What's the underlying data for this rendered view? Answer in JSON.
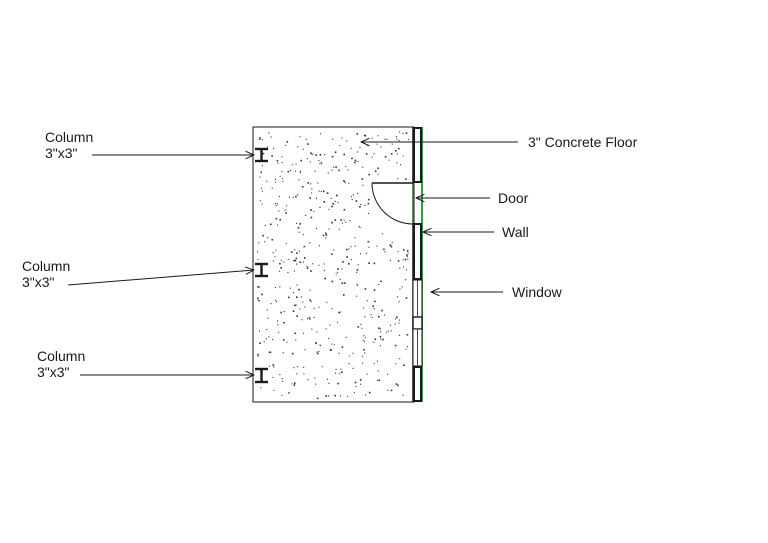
{
  "labels": {
    "column_top": {
      "name": "Column",
      "size": "3\"x3\""
    },
    "column_middle": {
      "name": "Column",
      "size": "3\"x3\""
    },
    "column_bottom": {
      "name": "Column",
      "size": "3\"x3\""
    },
    "floor": "3\" Concrete Floor",
    "door": "Door",
    "wall": "Wall",
    "window": "Window"
  },
  "colors": {
    "outline": "#1a1a1a",
    "wall_green": "#2e9e3e",
    "floor_fill": "#ffffff",
    "speckle": "#333333"
  }
}
